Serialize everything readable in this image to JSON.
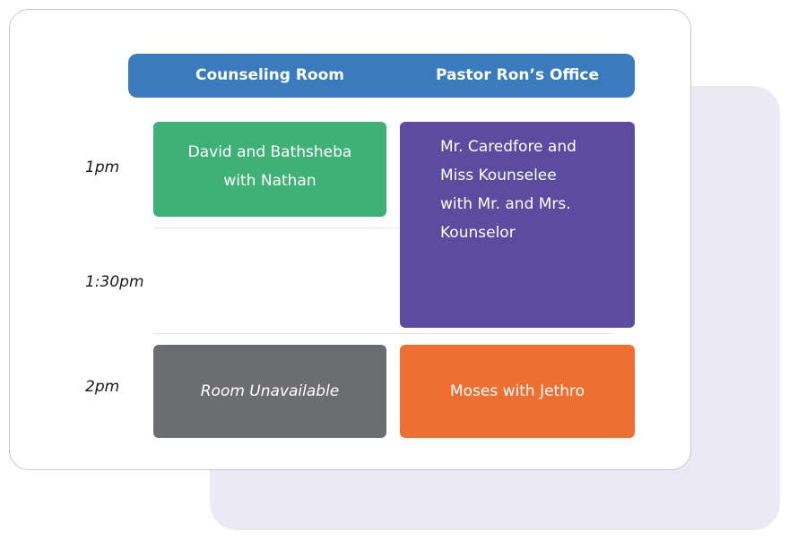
{
  "columns": {
    "col1": "Counseling Room",
    "col2": "Pastor Ron’s Office"
  },
  "times": [
    "1pm",
    "1:30pm",
    "2pm"
  ],
  "appointments": {
    "green": {
      "line1": "David and Bathsheba",
      "line2": "with Nathan",
      "color": "#3fb176"
    },
    "purple": {
      "line1": "Mr. Caredfore and",
      "line2": "Miss Kounselee",
      "line3": "with Mr. and Mrs.",
      "line4": "Kounselor",
      "color": "#5b4c9f"
    },
    "gray": {
      "label": "Room Unavailable",
      "color": "#6c6d70"
    },
    "orange": {
      "label": "Moses with Jethro",
      "color": "#ef6f33"
    }
  },
  "colors": {
    "header": "#3a7bbd",
    "backdrop": "#ebe9f4"
  }
}
